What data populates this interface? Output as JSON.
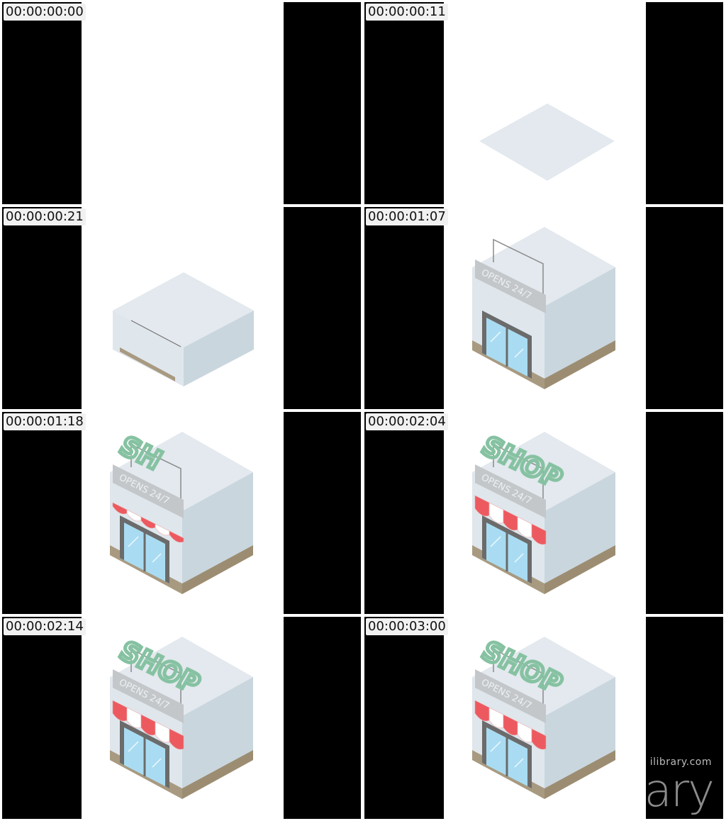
{
  "frames": [
    {
      "timestamp": "00:00:00:00",
      "stage": 0
    },
    {
      "timestamp": "00:00:00:11",
      "stage": 1
    },
    {
      "timestamp": "00:00:00:21",
      "stage": 2
    },
    {
      "timestamp": "00:00:01:07",
      "stage": 3
    },
    {
      "timestamp": "00:00:01:18",
      "stage": 4
    },
    {
      "timestamp": "00:00:02:04",
      "stage": 5
    },
    {
      "timestamp": "00:00:02:14",
      "stage": 6
    },
    {
      "timestamp": "00:00:03:00",
      "stage": 7
    }
  ],
  "building": {
    "sign_text": "OPENS 24/7",
    "neon_text_full": "SHOP",
    "neon_text_partial": "SH"
  },
  "watermark": {
    "url": "ilibrary.com",
    "logo": "ary"
  },
  "colors": {
    "roof": "#e3e9ee",
    "wall_left": "#dfe6ec",
    "wall_right": "#c9d6de",
    "base": "#a89a80",
    "sign": "#c4c7ca",
    "sign_text": "#eef1f3",
    "door_frame": "#6b6b6b",
    "glass": "#a9dcf2",
    "awning_red": "#ec5a5f",
    "awning_white": "#ffffff",
    "neon": "#86c2a2"
  }
}
